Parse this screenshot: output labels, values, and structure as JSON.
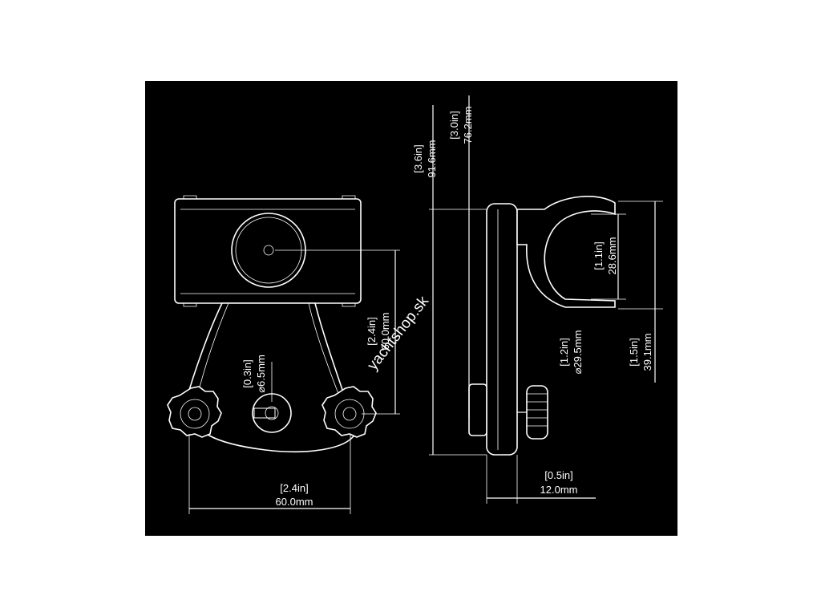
{
  "colors": {
    "background": "#000000",
    "lines": "#ffffff",
    "page": "#ffffff"
  },
  "dimensions": {
    "overall_height": {
      "in": "[3.6in]",
      "mm": "91.6mm"
    },
    "side_height": {
      "in": "[3.0in]",
      "mm": "76.2mm"
    },
    "clamp_inner": {
      "in": "[1.1in]",
      "mm": "28.6mm"
    },
    "clamp_outer": {
      "in": "[1.5in]",
      "mm": "39.1mm"
    },
    "disc_diameter": {
      "in": "[1.2in]",
      "mm": "⌀29.5mm"
    },
    "thickness": {
      "in": "[0.5in]",
      "mm": "12.0mm"
    },
    "knob_spacing": {
      "in": "[2.4in]",
      "mm": "60.0mm"
    },
    "vertical_span": {
      "in": "[2.4in]",
      "mm": "60.0mm"
    },
    "slot_diameter": {
      "in": "[0.3in]",
      "mm": "⌀6.5mm"
    }
  },
  "watermark": "yachtshop.sk"
}
